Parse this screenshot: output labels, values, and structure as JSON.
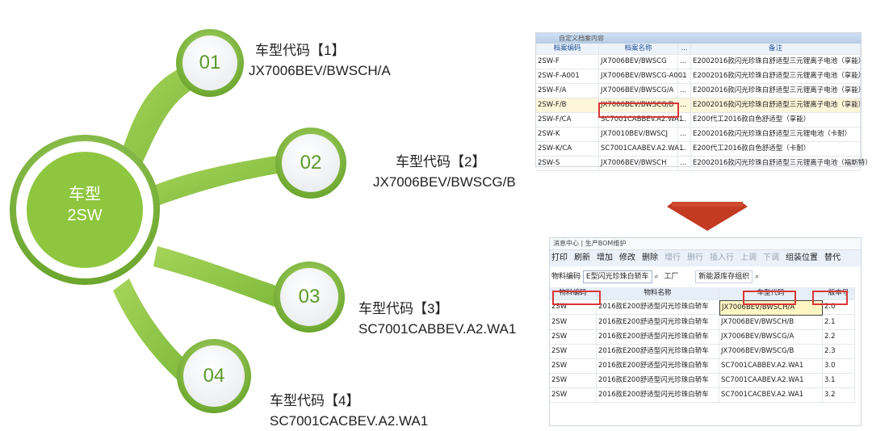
{
  "center": {
    "line1": "车型",
    "line2": "2SW"
  },
  "branches": [
    {
      "num": "01",
      "label": "车型代码【1】",
      "code": "JX7006BEV/BWSCH/A"
    },
    {
      "num": "02",
      "label": "车型代码【2】",
      "code": "JX7006BEV/BWSCG/B"
    },
    {
      "num": "03",
      "label": "车型代码【3】",
      "code": "SC7001CABBEV.A2.WA1"
    },
    {
      "num": "04",
      "label": "车型代码【4】",
      "code": "SC7001CACBEV.A2.WA1"
    }
  ],
  "colors": {
    "green": "#8cc63e",
    "green_dark": "#6aa52c",
    "red": "#c0392b",
    "highlight": "#d93636"
  },
  "screenshot_top": {
    "title": "自定义档案内容",
    "headers": [
      "档案编码",
      "档案名称",
      "...",
      "备注"
    ],
    "rows": [
      [
        "2SW-F",
        "JX7006BEV/BWSCG",
        "...",
        "E2002016款闪光珍珠白舒适型三元锂离子电池（享能）"
      ],
      [
        "2SW-F-A001",
        "JX7006BEV/BWSCG-A001",
        "...",
        "E2002016款闪光珍珠白舒适型三元锂离子电池（享能）"
      ],
      [
        "2SW-F/A",
        "JX7006BEV/BWSCG/A",
        "...",
        "E2002016款闪光珍珠白舒适型三元锂离子电池（享能）"
      ],
      [
        "2SW-F/B",
        "JX7006BEV/BWSCG/B",
        "...",
        "E2002016款闪光珍珠白舒适型三元锂离子电池（享能）"
      ],
      [
        "2SW-F/CA",
        "SC7001CABBEV.A2.WA1",
        "...",
        "E200代工2016款白色舒适型（享能）"
      ],
      [
        "2SW-K",
        "JX70010BEV/BWSCJ",
        "...",
        "E2002016款闪光珍珠白舒适型三元锂电池（卡耐）"
      ],
      [
        "2SW-K/CA",
        "SC7001CAABEV.A2.WA1",
        "...",
        "E200代工2016款白色舒适型（卡耐）"
      ],
      [
        "2SW-S",
        "JX7006BEV/BWSCH",
        "...",
        "E2002016款闪光珍珠白舒适型三元锂离子电池（福斯特）"
      ]
    ]
  },
  "screenshot_bottom": {
    "nav": "消息中心 | 生产BOM维护",
    "toolbar": [
      "打印",
      "刷新",
      "增加",
      "修改",
      "删除",
      "增行",
      "删行",
      "插入行",
      "上调",
      "下调",
      "组装位置",
      "替代"
    ],
    "search_label": "物料编码",
    "search_value": "E型闪光珍珠白轿车",
    "factory_label": "工厂",
    "org_value": "新能源库存组织",
    "headers": [
      "物料编码",
      "物料名称",
      "车型代码",
      "版本号"
    ],
    "rows": [
      [
        "2SW",
        "2016款E200舒适型闪光珍珠白轿车",
        "JX7006BEV/BWSCH/A",
        "2.0"
      ],
      [
        "2SW",
        "2016款E200舒适型闪光珍珠白轿车",
        "JX7006BEV/BWSCH/B",
        "2.1"
      ],
      [
        "2SW",
        "2016款E200舒适型闪光珍珠白轿车",
        "JX7006BEV/BWSCG/A",
        "2.2"
      ],
      [
        "2SW",
        "2016款E200舒适型闪光珍珠白轿车",
        "JX7006BEV/BWSCG/B",
        "2.3"
      ],
      [
        "2SW",
        "2016款E200舒适型闪光珍珠白轿车",
        "SC7001CABBEV.A2.WA1",
        "3.0"
      ],
      [
        "2SW",
        "2016款E200舒适型闪光珍珠白轿车",
        "SC7001CAABEV.A2.WA1",
        "3.1"
      ],
      [
        "2SW",
        "2016款E200舒适型闪光珍珠白轿车",
        "SC7001CACBEV.A2.WA1",
        "3.2"
      ]
    ]
  }
}
